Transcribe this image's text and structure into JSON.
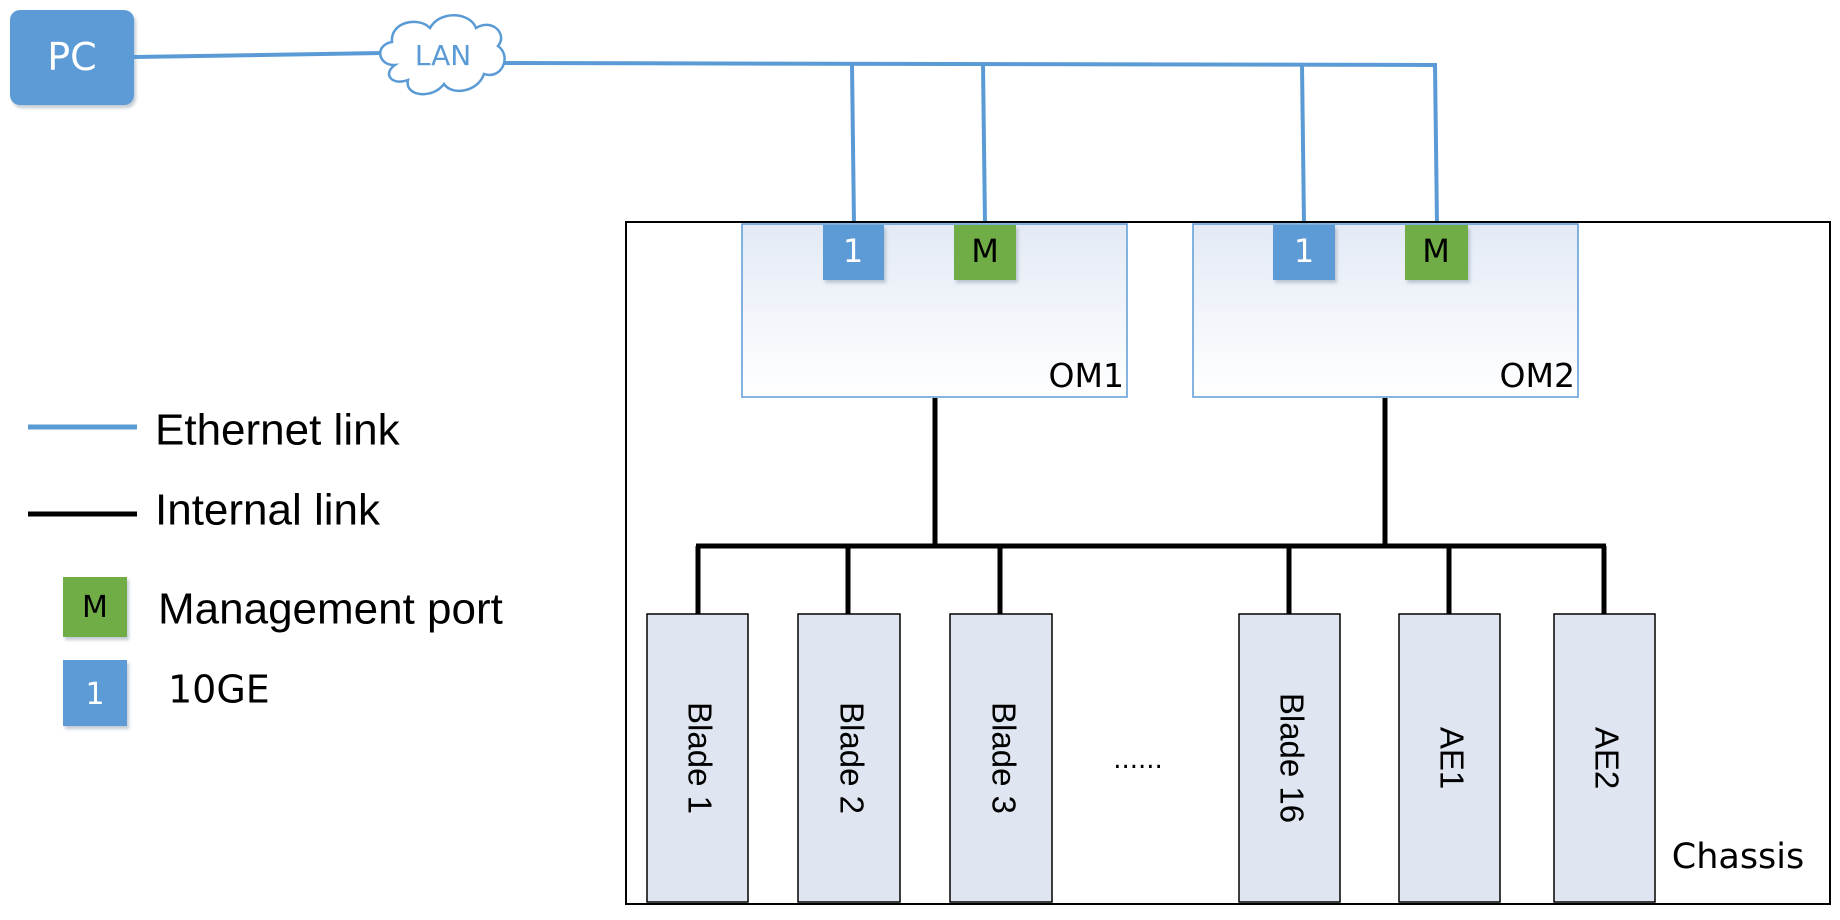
{
  "nodes": {
    "pc": "PC",
    "lan": "LAN",
    "om1": "OM1",
    "om2": "OM2",
    "chassis": "Chassis",
    "ellipsis": "......"
  },
  "ports": {
    "ten_ge": "1",
    "management": "M"
  },
  "blades": [
    "Blade 1",
    "Blade 2",
    "Blade 3",
    "Blade 16",
    "AE1",
    "AE2"
  ],
  "legend": {
    "ethernet_link": "Ethernet link",
    "internal_link": "Internal link",
    "management_port_symbol": "M",
    "management_port": "Management port",
    "ten_ge_symbol": "1",
    "ten_ge": "10GE"
  },
  "colors": {
    "ethernet": "#5b9bd5",
    "internal": "#000000",
    "management_port": "#70ad47",
    "ten_ge_port": "#5b9bd5",
    "board_fill": "#dfe6f1"
  }
}
